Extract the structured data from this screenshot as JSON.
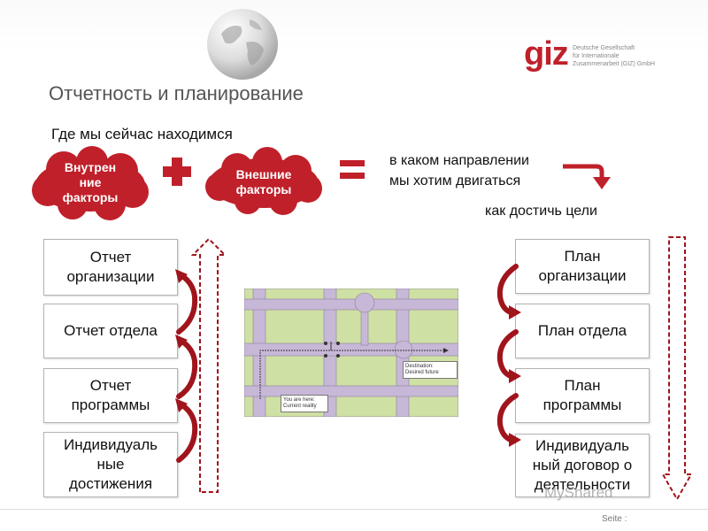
{
  "header": {
    "logo_word": "giz",
    "logo_lines": [
      "Deutsche Gesellschaft",
      "für Internationale",
      "Zusammenarbeit (GIZ) GmbH"
    ]
  },
  "title": "Отчетность и планирование",
  "subtitle": "Где мы сейчас находимся",
  "clouds": {
    "internal": [
      "Внутрен",
      "ние",
      "факторы"
    ],
    "external": [
      "Внешние",
      "факторы"
    ]
  },
  "right_text": {
    "direction": [
      "в каком направлении",
      "мы хотим двигаться"
    ],
    "goal": "как достичь цели"
  },
  "left_boxes": [
    [
      "Отчет",
      "организации"
    ],
    [
      "Отчет отдела"
    ],
    [
      "Отчет",
      "программы"
    ],
    [
      "Индивидуаль",
      "ные",
      "достижения"
    ]
  ],
  "right_boxes": [
    [
      "План",
      "организации"
    ],
    [
      "План отдела"
    ],
    [
      "План",
      "программы"
    ],
    [
      "Индивидуаль",
      "ный договор о",
      "деятельности"
    ]
  ],
  "map": {
    "destination": [
      "Destination:",
      "Desired future"
    ],
    "you_are_here": [
      "You are here:",
      "Current reality"
    ]
  },
  "footer": {
    "page_label": "Seite :"
  },
  "watermark": "MyShared",
  "colors": {
    "accent": "#c0202a",
    "road": "#c8b8d8",
    "grass": "#cfe0a4"
  },
  "icons": [
    "globe-icon",
    "plus-icon",
    "equals-icon",
    "turn-arrow-icon",
    "dashed-up-arrow-icon",
    "dashed-down-arrow-icon",
    "curved-arrow-icon"
  ]
}
